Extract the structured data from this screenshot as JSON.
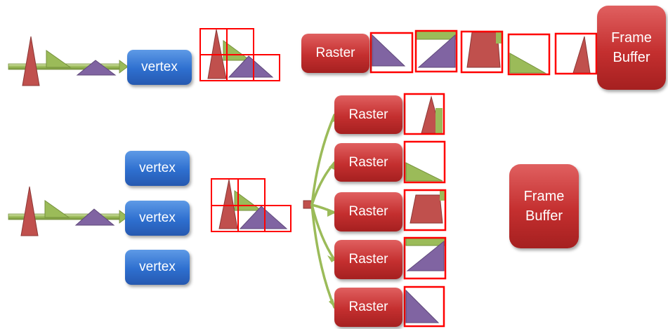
{
  "top_pipeline": {
    "vertex_label": "vertex",
    "raster_label": "Raster",
    "frame_buffer_label": "Frame\nBuffer"
  },
  "bottom_pipeline": {
    "vertex_labels": [
      "vertex",
      "vertex",
      "vertex"
    ],
    "raster_labels": [
      "Raster",
      "Raster",
      "Raster",
      "Raster",
      "Raster"
    ],
    "frame_buffer_label": "Frame\nBuffer"
  },
  "colors": {
    "triangle_red": "#c0504d",
    "triangle_green": "#9bbb59",
    "triangle_purple": "#8064a2",
    "tile_outline": "#ff0000",
    "arrow_green": "#9bbb59",
    "vertex_blue": "#2e6fcf",
    "raster_red": "#c42f2f"
  }
}
